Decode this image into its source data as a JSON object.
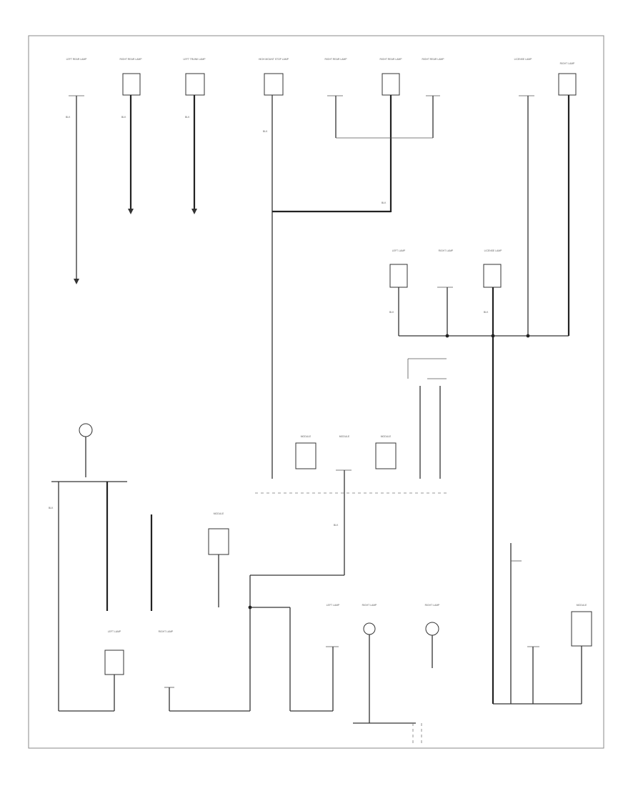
{
  "diagram": {
    "footer_code": "",
    "top_labels": [
      "LEFT REAR LAMP",
      "RIGHT REAR LAMP",
      "LEFT TRUNK LAMP",
      "HIGH MOUNT STOP LAMP",
      "RIGHT REAR LAMP",
      "RIGHT REAR LAMP",
      "RIGHT REAR LAMP",
      "LICENSE LAMP",
      "RIGHT LAMP"
    ],
    "mid_labels": [
      "LEFT LAMP",
      "RIGHT LAMP",
      "LICENSE LAMP"
    ],
    "center_modules": [
      "MODULE",
      "MODULE",
      "MODULE"
    ],
    "bottom_labels": [
      "LEFT LAMP",
      "RIGHT LAMP",
      "MODULE",
      "LEFT LAMP",
      "RIGHT LAMP",
      "RIGHT LAMP",
      "MODULE"
    ],
    "wire_codes": [
      "BLK",
      "BLK",
      "BLK",
      "BLK",
      "BLK",
      "BLK",
      "BLK",
      "BLK",
      "BLK"
    ]
  }
}
